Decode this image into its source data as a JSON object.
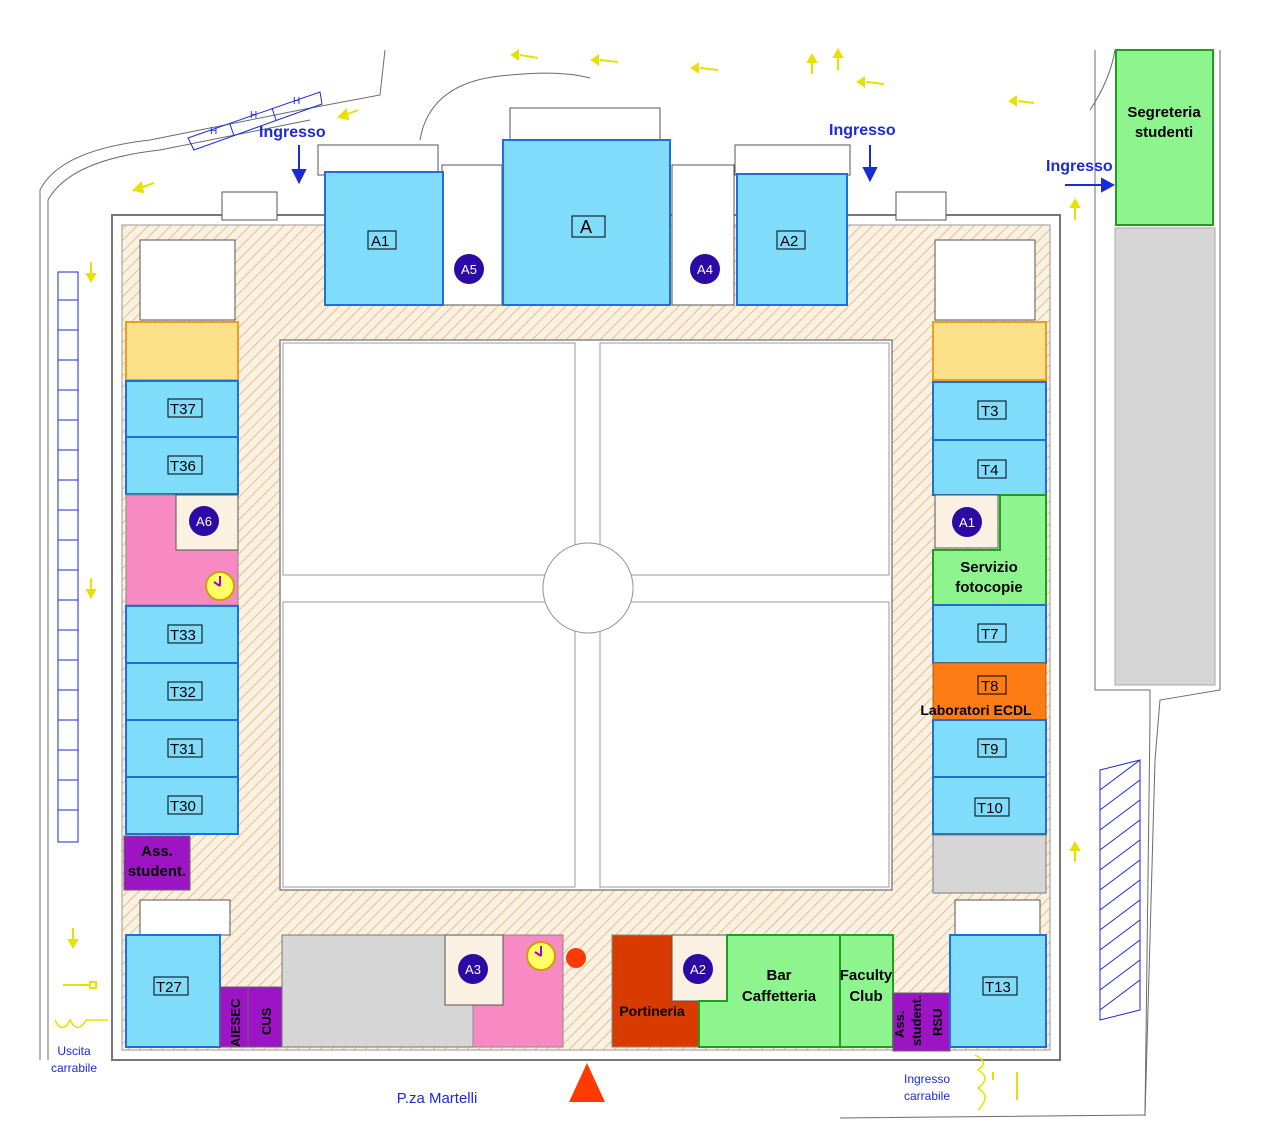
{
  "map": {
    "rooms": {
      "A": "A",
      "A1": "A1",
      "A2": "A2",
      "T37": "T37",
      "T36": "T36",
      "T33": "T33",
      "T32": "T32",
      "T31": "T31",
      "T30": "T30",
      "T3": "T3",
      "T4": "T4",
      "T7": "T7",
      "T8": "T8",
      "T9": "T9",
      "T10": "T10",
      "T27": "T27",
      "T13": "T13"
    },
    "stairs": {
      "A5": "A5",
      "A4": "A4",
      "A6": "A6",
      "A1": "A1",
      "A3": "A3",
      "A2": "A2"
    },
    "services": {
      "segreteria_1": "Segreteria",
      "segreteria_2": "studenti",
      "fotocopie_1": "Servizio",
      "fotocopie_2": "fotocopie",
      "ecdl": "Laboratori ECDL",
      "ass_left_1": "Ass.",
      "ass_left_2": "student.",
      "aiesec": "AIESEC",
      "cus": "CUS",
      "portineria": "Portineria",
      "bar_1": "Bar",
      "bar_2": "Caffetteria",
      "faculty_1": "Faculty",
      "faculty_2": "Club",
      "ass_right_1": "Ass.",
      "ass_right_2": "student.",
      "rsu": "RSU"
    },
    "labels": {
      "ingresso_left": "Ingresso",
      "ingresso_center": "Ingresso",
      "ingresso_right": "Ingresso",
      "uscita_1": "Uscita",
      "uscita_2": "carrabile",
      "ingresso_carr_1": "Ingresso",
      "ingresso_carr_2": "carrabile",
      "piazza": "P.za Martelli",
      "parking": "H"
    },
    "colors": {
      "classroom": "#7fdcfb",
      "classroom_border": "#1e6fd8",
      "service_green": "#8ef58e",
      "pink": "#f78ac3",
      "purple": "#9c14c4",
      "dark_orange": "#d83a00",
      "orange": "#ff7b14",
      "yellow_room": "#fde08a",
      "gray_room": "#d6d6d6",
      "stair_badge": "#2b0aa6",
      "arrow_blue": "#1b2bd6",
      "arrow_yellow": "#e8e000",
      "entrance_marker": "#ff3a00",
      "corridor_hatch": "#e8c89a"
    }
  }
}
